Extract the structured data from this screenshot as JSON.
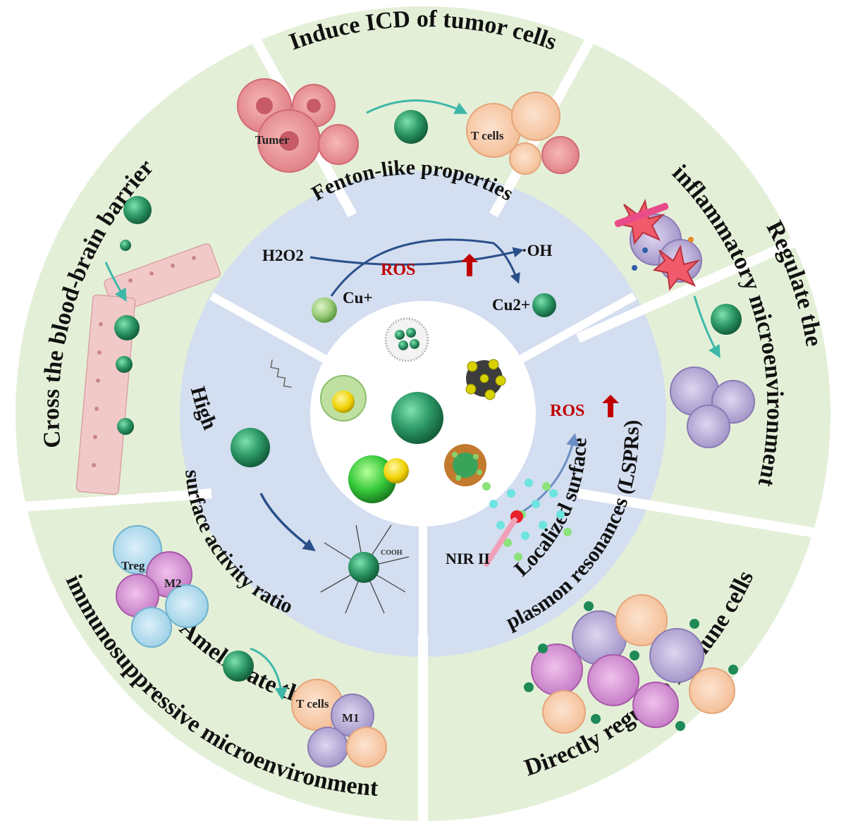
{
  "outer_ring": {
    "top": "Induce ICD of tumor cells",
    "top_right_line1": "Regulate the",
    "top_right_line2": "inflammatory microenvironment",
    "bottom_right": "Directly regulate immune cells",
    "bottom_left_line1": "Ameliorate the",
    "bottom_left_line2": "immunosuppressive microenvironment",
    "top_left": "Cross the blood-brain barrier"
  },
  "cell_labels": {
    "tumer": "Tumer",
    "t_cells_top": "T cells",
    "treg": "Treg",
    "m2": "M2",
    "t_cells_bottom": "T cells",
    "m1": "M1"
  },
  "inner_ring": {
    "top_title": "Fenton-like properties",
    "h2o2": "H2O2",
    "oh": "·OH",
    "cu_plus": "Cu+",
    "cu_2plus": "Cu2+",
    "ros_top": "ROS",
    "left_line1": "High",
    "left_line2": "surface activity ratio",
    "right_line1": "Localized surface",
    "right_line2": "plasmon resonances (LSPRs)",
    "ros_right": "ROS",
    "nir": "NIR II",
    "cooh": "COOH"
  },
  "colors": {
    "outer_ring": "#e4efd8",
    "inner_ring": "#d3def0",
    "center": "#ffffff",
    "nanoparticle": "#2e9b68",
    "ros_red": "#c00000",
    "tumor_pink": "#e58f93",
    "t_cell_peach": "#f5c7a4",
    "macrophage_purple": "#a99ac9",
    "treg_blue": "#a9d6e8"
  }
}
